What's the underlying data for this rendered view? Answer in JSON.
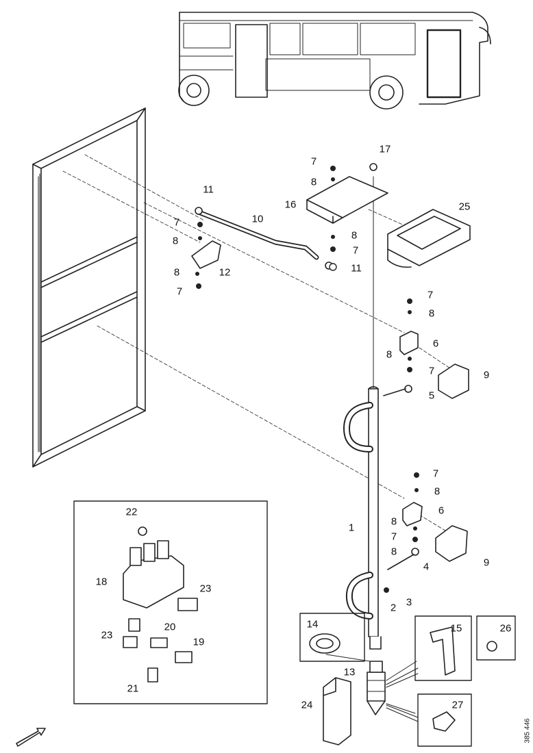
{
  "labels": {
    "l1": "1",
    "l2": "2",
    "l3": "3",
    "l4": "4",
    "l5": "5",
    "l6a": "6",
    "l6b": "6",
    "l7a": "7",
    "l7b": "7",
    "l7c": "7",
    "l7d": "7",
    "l7e": "7",
    "l7f": "7",
    "l7g": "7",
    "l7h": "7",
    "l8a": "8",
    "l8b": "8",
    "l8c": "8",
    "l8d": "8",
    "l8e": "8",
    "l8f": "8",
    "l8g": "8",
    "l8h": "8",
    "l8i": "8",
    "l9a": "9",
    "l9b": "9",
    "l10": "10",
    "l11a": "11",
    "l11b": "11",
    "l12": "12",
    "l13": "13",
    "l14": "14",
    "l15": "15",
    "l16": "16",
    "l17": "17",
    "l18": "18",
    "l19": "19",
    "l20": "20",
    "l21": "21",
    "l22": "22",
    "l23a": "23",
    "l23b": "23",
    "l24": "24",
    "l25": "25",
    "l26": "26",
    "l27": "27"
  },
  "drawing_code": "385 446"
}
